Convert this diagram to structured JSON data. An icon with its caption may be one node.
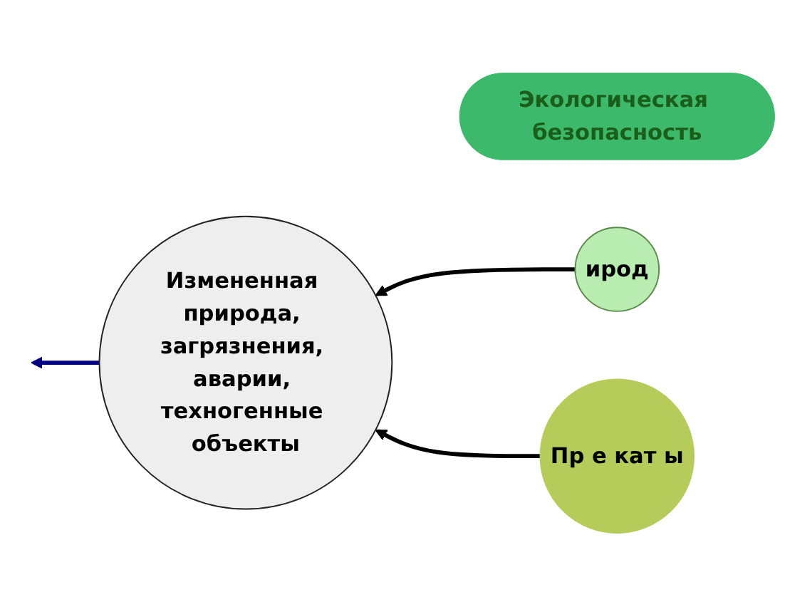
{
  "diagram": {
    "nodes": [
      {
        "text": [
          "Экологическая безопасность"
        ]
      },
      {
        "text": [
          "ирод"
        ]
      },
      {
        "text": [
          "Пр е кат ы"
        ]
      },
      {
        "text": [
          "Измененная природа, загрязнения, аварии, техногенные объекты"
        ]
      }
    ],
    "edges": [
      {
        "from": 3,
        "to": null,
        "arrow": "to",
        "color": "#000080"
      },
      {
        "from": 1,
        "to": 3,
        "arrow": "to"
      },
      {
        "from": 2,
        "to": 3,
        "arrow": "to"
      }
    ]
  }
}
